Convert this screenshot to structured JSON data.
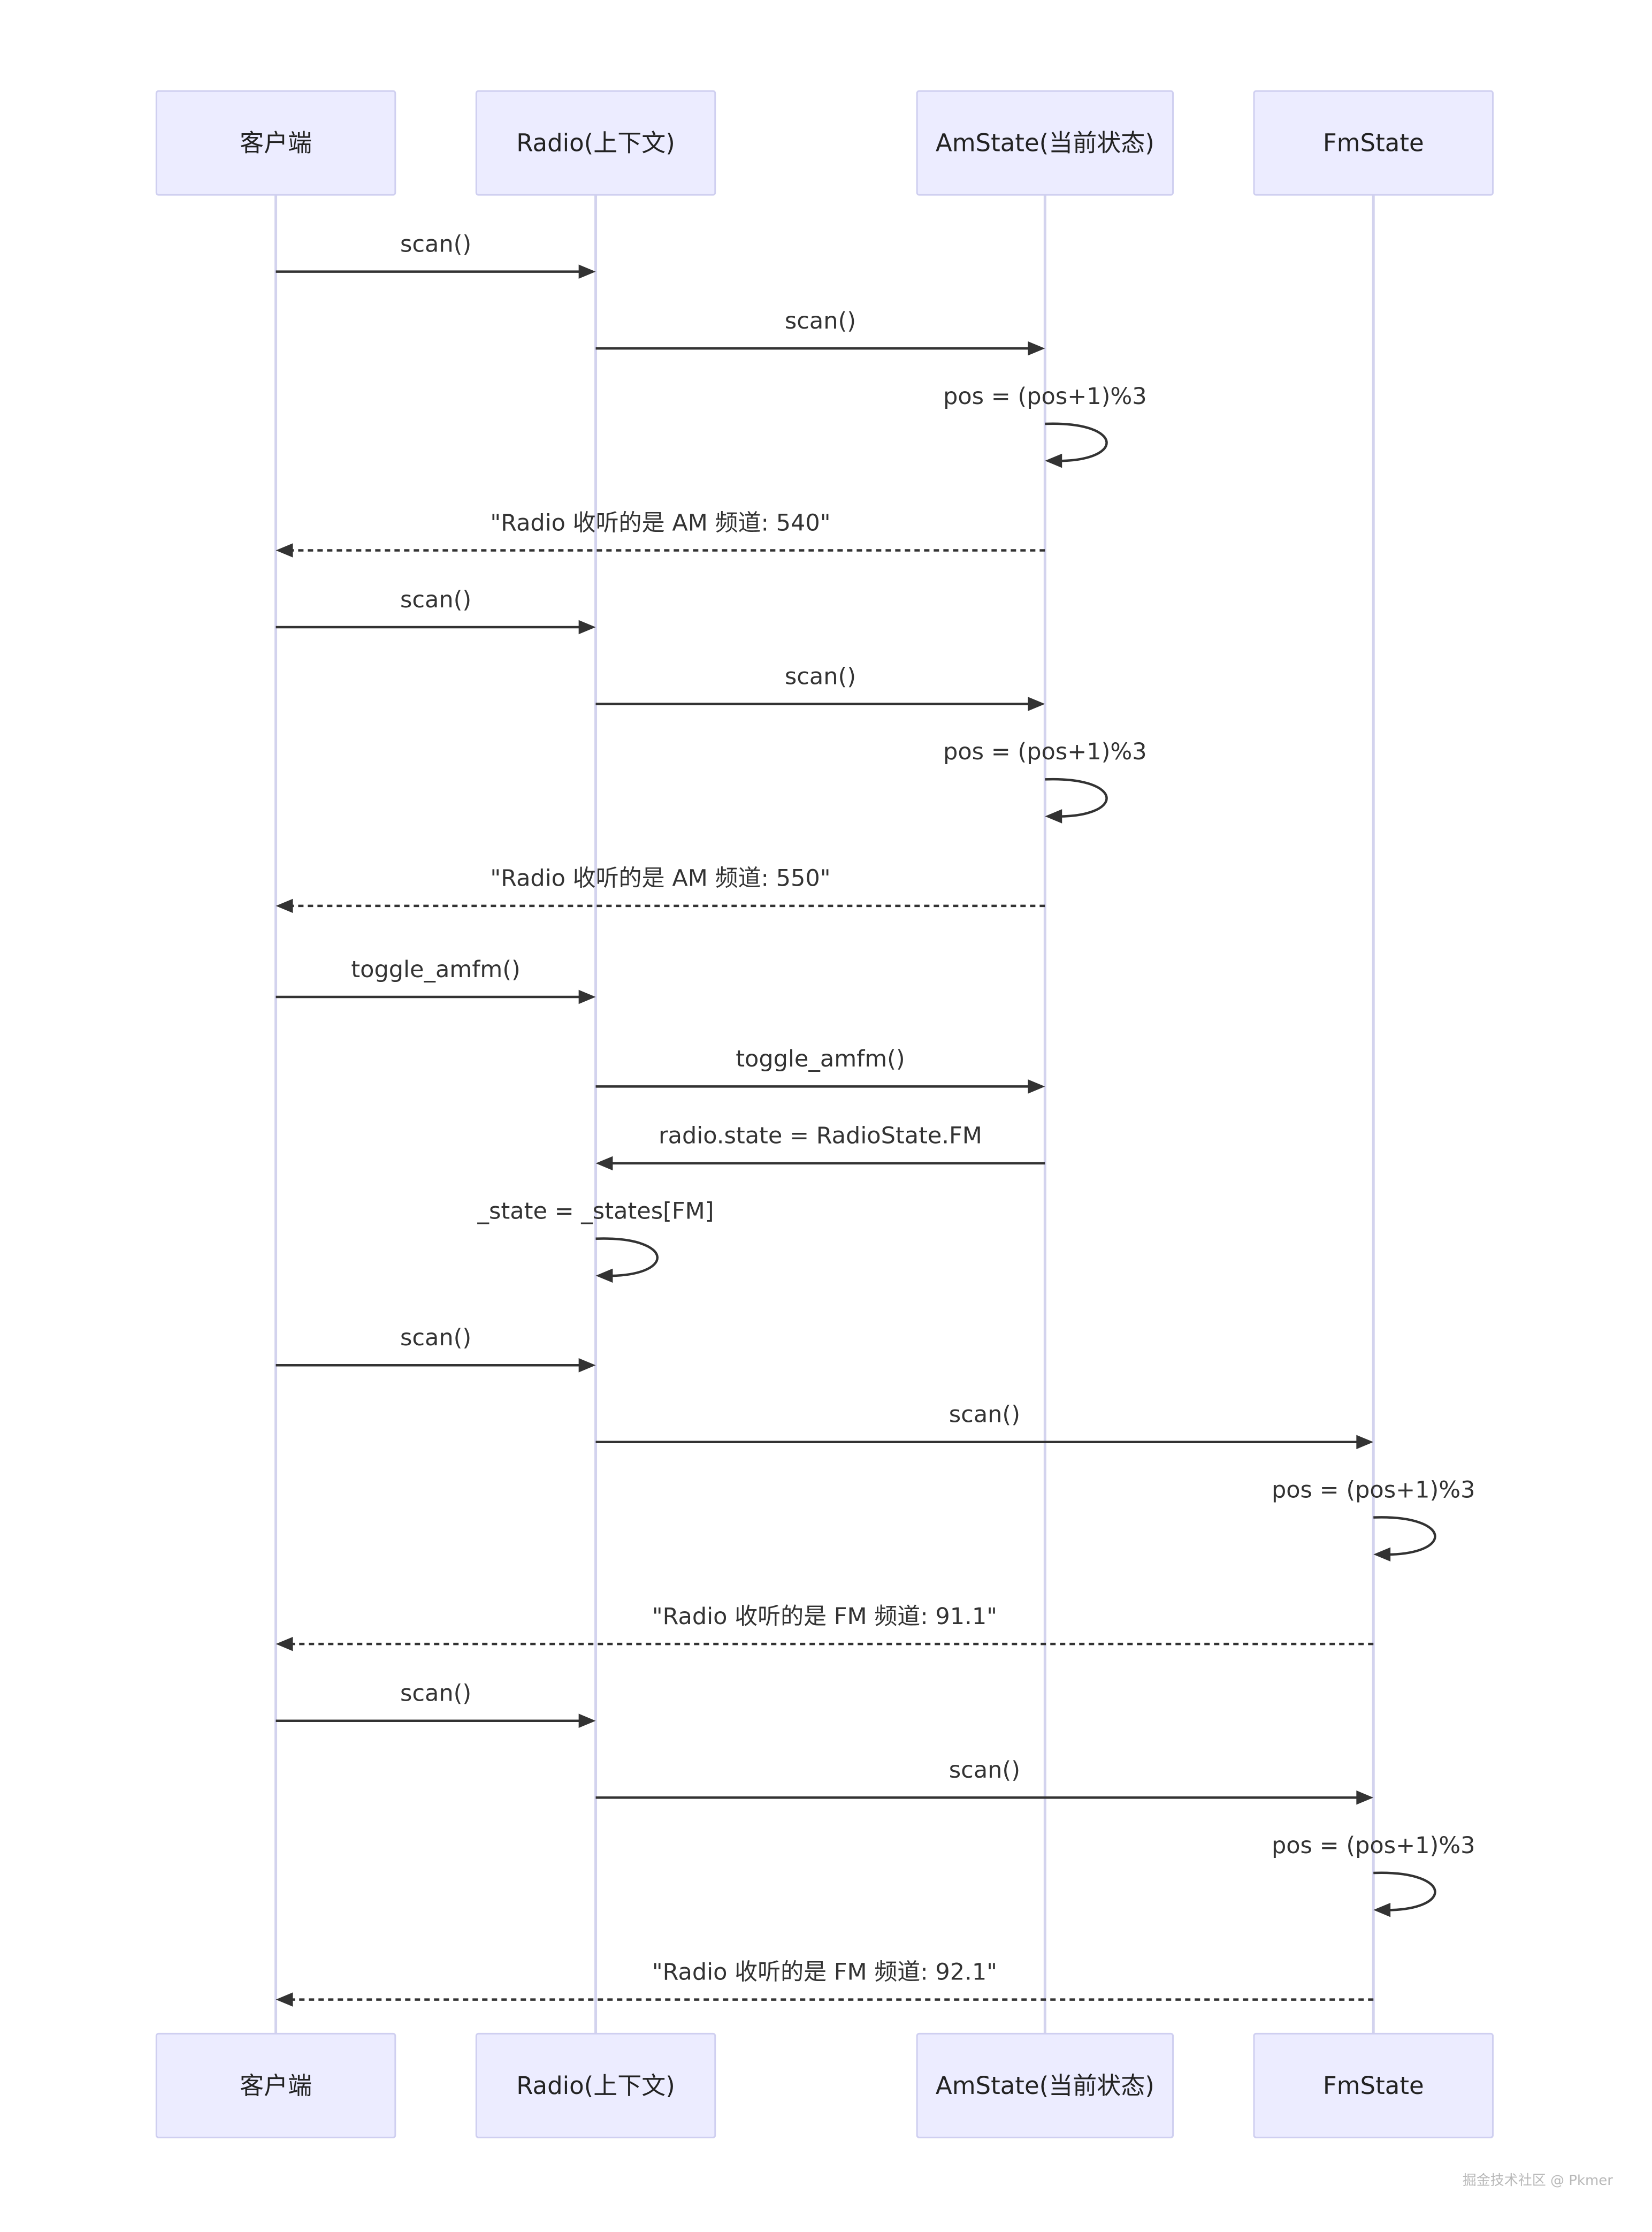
{
  "diagram": {
    "type": "sequence",
    "participants": [
      {
        "id": "client",
        "label": "客户端"
      },
      {
        "id": "radio",
        "label": "Radio(上下文)"
      },
      {
        "id": "am",
        "label": "AmState(当前状态)"
      },
      {
        "id": "fm",
        "label": "FmState"
      }
    ],
    "messages": [
      {
        "from": "client",
        "to": "radio",
        "label": "scan()",
        "style": "solid"
      },
      {
        "from": "radio",
        "to": "am",
        "label": "scan()",
        "style": "solid"
      },
      {
        "from": "am",
        "to": "am",
        "label": "pos = (pos+1)%3",
        "style": "self"
      },
      {
        "from": "am",
        "to": "client",
        "label": "\"Radio 收听的是 AM 频道: 540\"",
        "style": "dashed"
      },
      {
        "from": "client",
        "to": "radio",
        "label": "scan()",
        "style": "solid"
      },
      {
        "from": "radio",
        "to": "am",
        "label": "scan()",
        "style": "solid"
      },
      {
        "from": "am",
        "to": "am",
        "label": "pos = (pos+1)%3",
        "style": "self"
      },
      {
        "from": "am",
        "to": "client",
        "label": "\"Radio 收听的是 AM 频道: 550\"",
        "style": "dashed"
      },
      {
        "from": "client",
        "to": "radio",
        "label": "toggle_amfm()",
        "style": "solid"
      },
      {
        "from": "radio",
        "to": "am",
        "label": "toggle_amfm()",
        "style": "solid"
      },
      {
        "from": "am",
        "to": "radio",
        "label": "radio.state = RadioState.FM",
        "style": "solid"
      },
      {
        "from": "radio",
        "to": "radio",
        "label": "_state = _states[FM]",
        "style": "self"
      },
      {
        "from": "client",
        "to": "radio",
        "label": "scan()",
        "style": "solid"
      },
      {
        "from": "radio",
        "to": "fm",
        "label": "scan()",
        "style": "solid"
      },
      {
        "from": "fm",
        "to": "fm",
        "label": "pos = (pos+1)%3",
        "style": "self"
      },
      {
        "from": "fm",
        "to": "client",
        "label": "\"Radio 收听的是 FM 频道: 91.1\"",
        "style": "dashed"
      },
      {
        "from": "client",
        "to": "radio",
        "label": "scan()",
        "style": "solid"
      },
      {
        "from": "radio",
        "to": "fm",
        "label": "scan()",
        "style": "solid"
      },
      {
        "from": "fm",
        "to": "fm",
        "label": "pos = (pos+1)%3",
        "style": "self"
      },
      {
        "from": "fm",
        "to": "client",
        "label": "\"Radio 收听的是 FM 频道: 92.1\"",
        "style": "dashed"
      }
    ]
  },
  "watermark": "掘金技术社区 @ Pkmer",
  "colors": {
    "actor_fill": "#ececff",
    "actor_border": "#cfcff0",
    "lifeline": "#d3d3ee",
    "line": "#333333",
    "text": "#222222"
  }
}
